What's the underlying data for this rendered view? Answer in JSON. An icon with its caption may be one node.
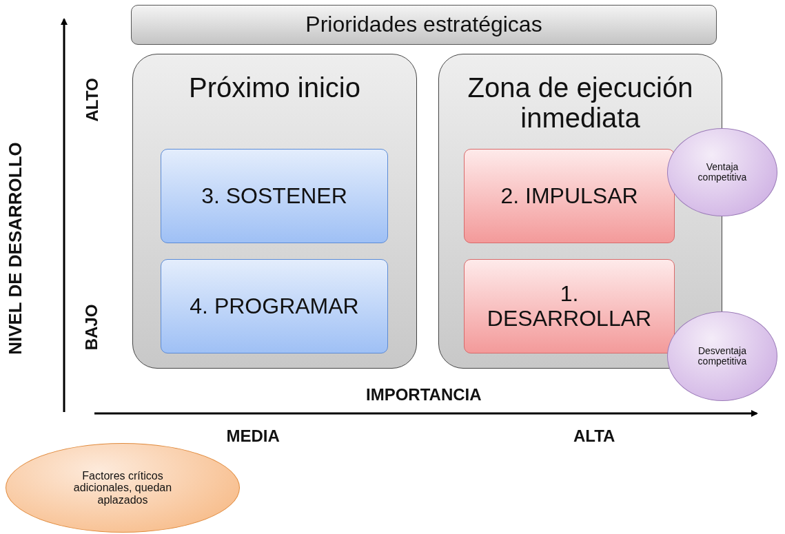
{
  "diagram": {
    "nodes": [
      {
        "text": [
          "Prioridades estratégicas"
        ]
      },
      {
        "text": [
          "Próximo inicio"
        ]
      },
      {
        "text": [
          "3. SOSTENER"
        ],
        "in": 1
      },
      {
        "text": [
          "4. PROGRAMAR"
        ],
        "in": 1
      },
      {
        "text": [
          "Zona de ejecución inmediata"
        ]
      },
      {
        "text": [
          "2. IMPULSAR"
        ],
        "in": 4
      },
      {
        "text": [
          "1. DESARROLLAR"
        ],
        "in": 4
      },
      {
        "text": [
          "Ventaja competitiva"
        ]
      },
      {
        "text": [
          "Desventaja competitiva"
        ]
      },
      {
        "text": [
          "Factores críticos adicionales, quedan aplazados"
        ]
      }
    ],
    "labels": [
      "NIVEL DE DESARROLLO",
      "ALTO",
      "BAJO",
      "IMPORTANCIA",
      "MEDIA",
      "ALTA"
    ]
  }
}
